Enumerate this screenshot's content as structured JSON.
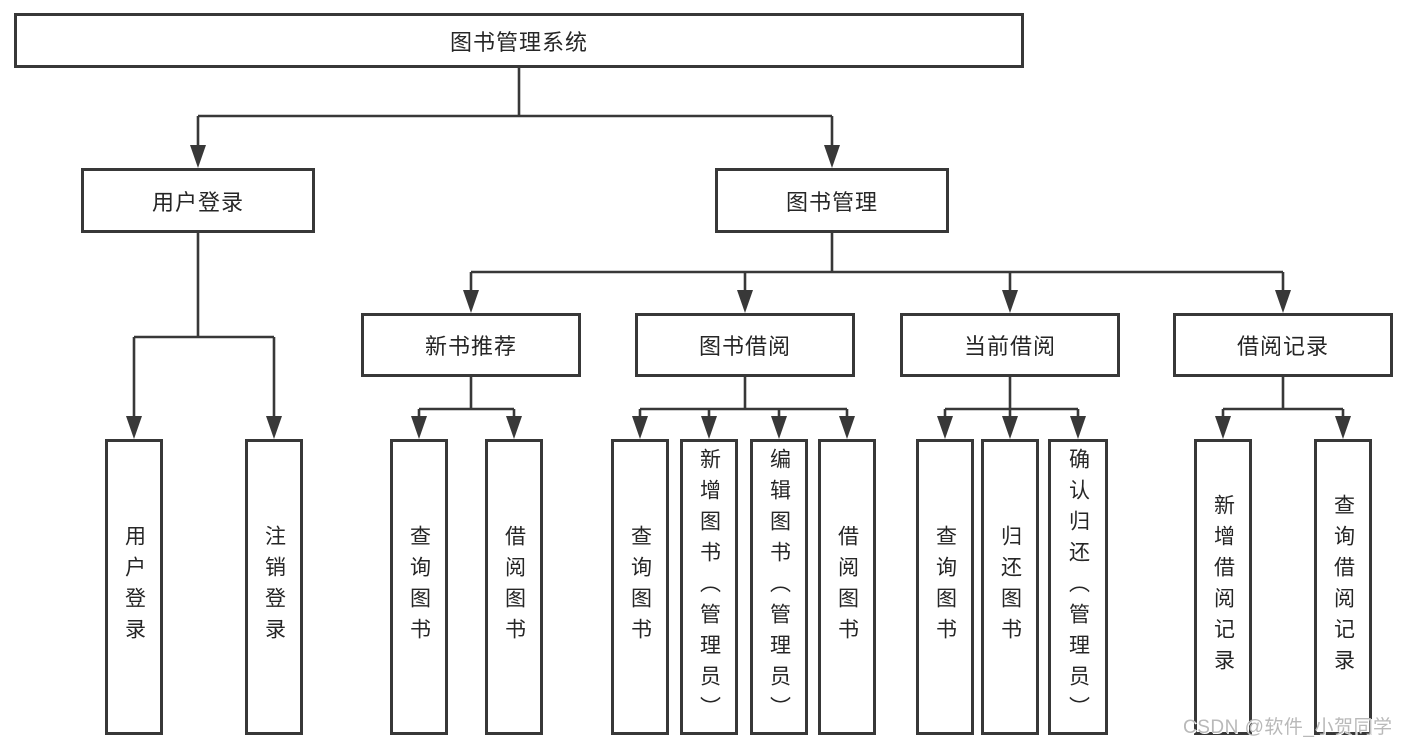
{
  "diagram_title": "图书管理系统",
  "nodes": {
    "root": {
      "label": "图书管理系统"
    },
    "user_login": {
      "label": "用户登录"
    },
    "book_mgmt": {
      "label": "图书管理"
    },
    "new_book_rec": {
      "label": "新书推荐"
    },
    "book_borrow": {
      "label": "图书借阅"
    },
    "current_borrow": {
      "label": "当前借阅"
    },
    "borrow_record": {
      "label": "借阅记录"
    },
    "leaf_user_login": {
      "label": "用户登录"
    },
    "leaf_logout": {
      "label": "注销登录"
    },
    "leaf_rec_query_book": {
      "label": "查询图书"
    },
    "leaf_rec_borrow_book": {
      "label": "借阅图书"
    },
    "leaf_bor_query_book": {
      "label": "查询图书"
    },
    "leaf_bor_add_book": {
      "label": "新增图书（管理员）"
    },
    "leaf_bor_edit_book": {
      "label": "编辑图书（管理员）"
    },
    "leaf_bor_borrow_book": {
      "label": "借阅图书"
    },
    "leaf_cur_query_book": {
      "label": "查询图书"
    },
    "leaf_cur_return_book": {
      "label": "归还图书"
    },
    "leaf_cur_confirm_return": {
      "label": "确认归还（管理员）"
    },
    "leaf_brec_add_record": {
      "label": "新增借阅记录"
    },
    "leaf_brec_query_record": {
      "label": "查询借阅记录"
    }
  },
  "hierarchy": {
    "图书管理系统": {
      "用户登录": [
        "用户登录",
        "注销登录"
      ],
      "图书管理": {
        "新书推荐": [
          "查询图书",
          "借阅图书"
        ],
        "图书借阅": [
          "查询图书",
          "新增图书（管理员）",
          "编辑图书（管理员）",
          "借阅图书"
        ],
        "当前借阅": [
          "查询图书",
          "归还图书",
          "确认归还（管理员）"
        ],
        "借阅记录": [
          "新增借阅记录",
          "查询借阅记录"
        ]
      }
    }
  },
  "watermark": {
    "text": "CSDN @软件_小贺同学"
  },
  "colors": {
    "line": "#383838",
    "box_border": "#383838",
    "text": "#262626",
    "background": "#ffffff",
    "watermark": "#b9b9b9"
  }
}
